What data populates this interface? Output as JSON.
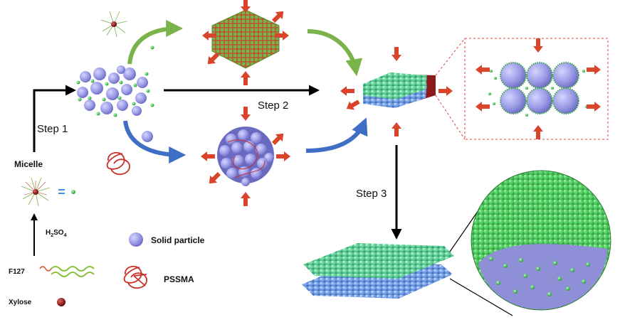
{
  "labels": {
    "step1": "Step 1",
    "step2": "Step 2",
    "step3": "Step 3",
    "micelle": "Micelle",
    "equals": "=",
    "h2so4": "H",
    "h2so4_sub2": "2",
    "h2so4_so": "SO",
    "h2so4_sub4": "4",
    "f127": "F127",
    "xylose": "Xylose",
    "solid_particle": "Solid particle",
    "pssma": "PSSMA"
  },
  "colors": {
    "purple_particle": "#9a9ae6",
    "green_micelle": "#49c45a",
    "red_arrow": "#d9442a",
    "dark_red": "#8b1a1a",
    "teal_layer": "#5fc98f",
    "blue_layer": "#6f9be0",
    "green_curve": "#79b34a",
    "blue_curve": "#3f6fc4",
    "dashed_box": "#e04040"
  }
}
